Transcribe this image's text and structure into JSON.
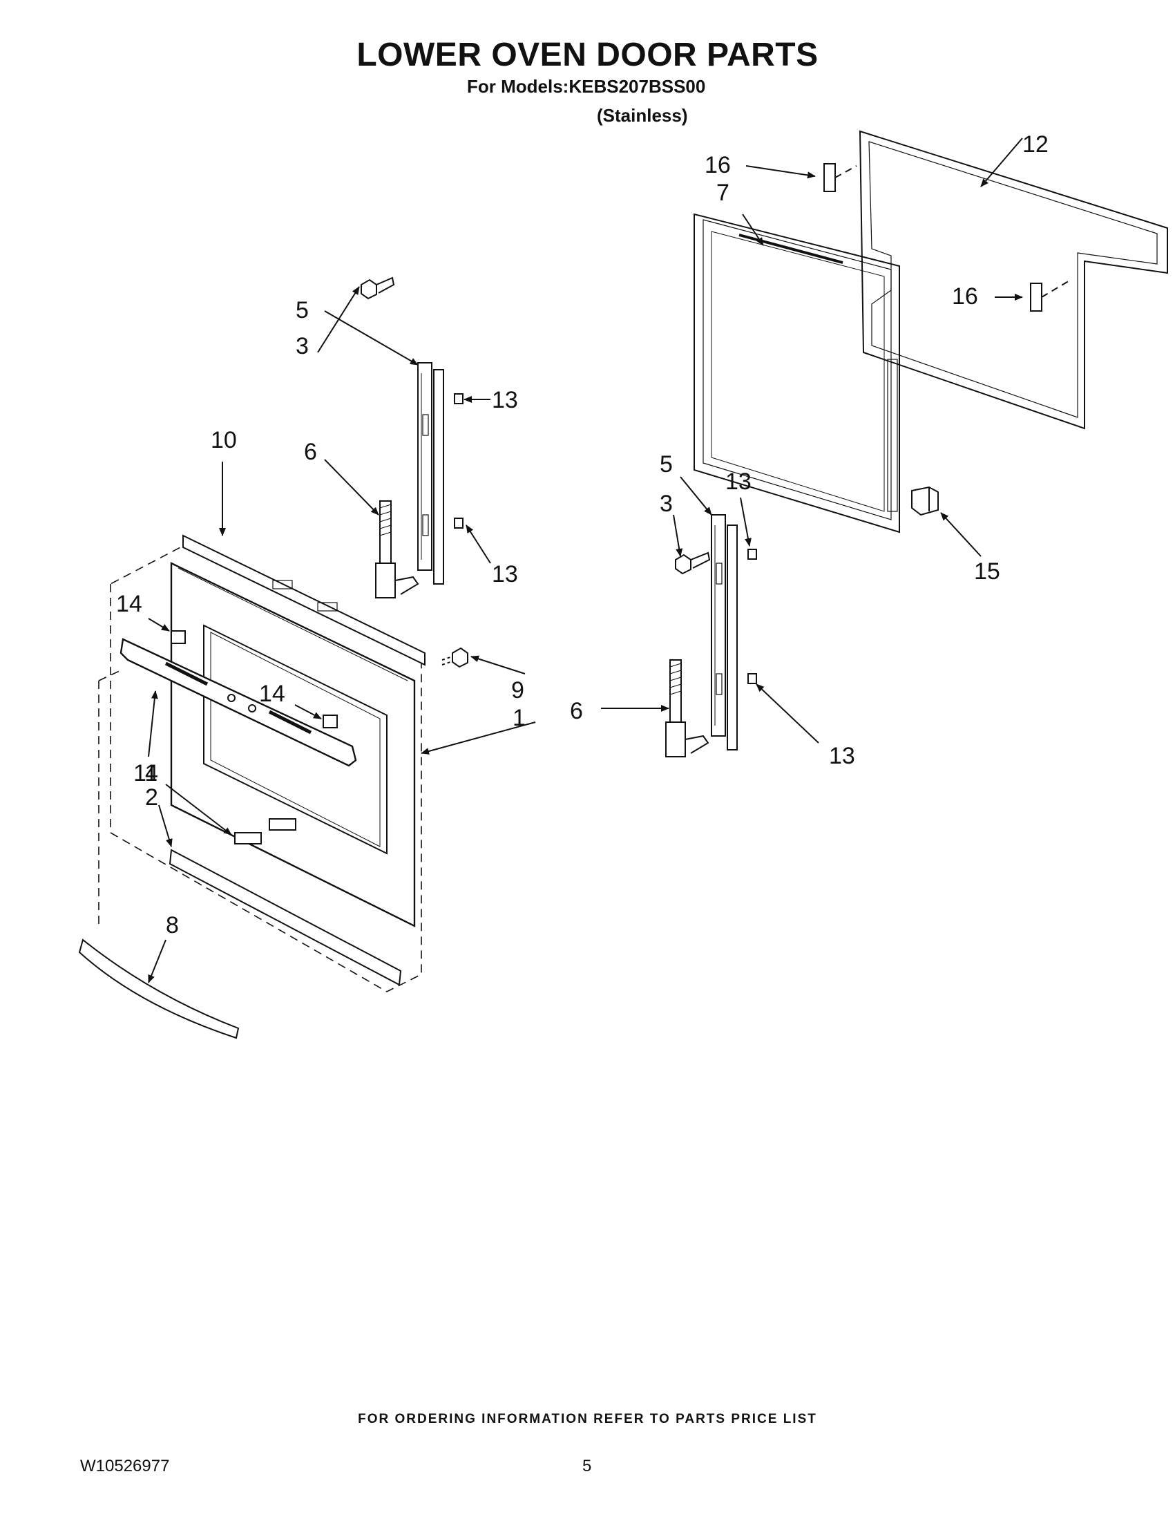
{
  "header": {
    "title": "LOWER OVEN DOOR PARTS",
    "models_line": "For Models:KEBS207BSS00",
    "finish": "(Stainless)"
  },
  "callouts": [
    "16",
    "12",
    "7",
    "16",
    "5",
    "3",
    "13",
    "10",
    "6",
    "13",
    "5",
    "13",
    "3",
    "15",
    "14",
    "9",
    "14",
    "1",
    "11",
    "6",
    "4",
    "2",
    "13",
    "8"
  ],
  "footer": {
    "note": "FOR ORDERING INFORMATION REFER TO PARTS PRICE LIST",
    "doc_number": "W10526977",
    "page_number": "5"
  }
}
